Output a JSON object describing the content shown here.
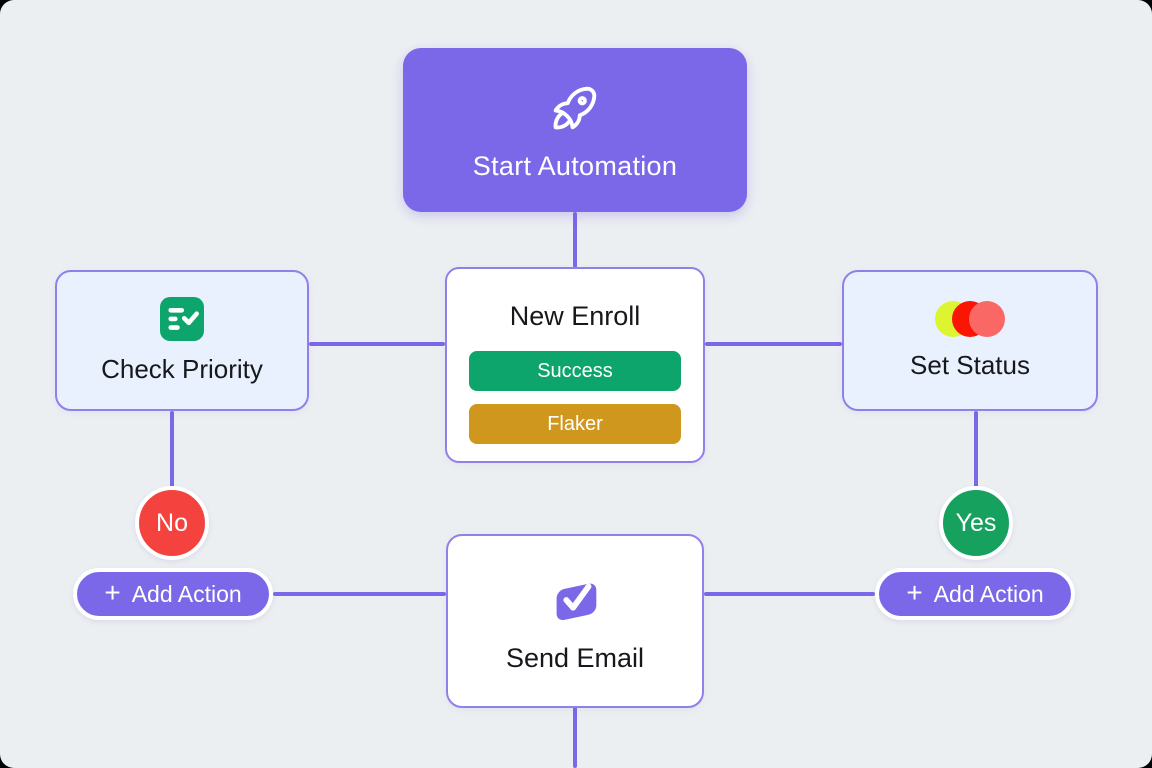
{
  "page": {
    "background": "#ECEFF2",
    "connector_color": "#7B68E8",
    "accent_purple": "#7B68E8"
  },
  "start_node": {
    "label": "Start Automation",
    "icon": "rocket-icon",
    "bg": "#7B68E8",
    "text_color": "#FFFFFF"
  },
  "new_enroll_node": {
    "title": "New Enroll",
    "success_label": "Success",
    "success_bg": "#0DA56C",
    "flaker_label": "Flaker",
    "flaker_bg": "#D0971F"
  },
  "check_priority_node": {
    "label": "Check Priority",
    "icon": "checklist-icon",
    "icon_bg": "#0DA56C",
    "card_bg": "#E9F1FE"
  },
  "set_status_node": {
    "label": "Set Status",
    "icon": "status-circles-icon",
    "status_colors": [
      "#DDF431",
      "#FA1505",
      "#F96865"
    ],
    "card_bg": "#E9F1FE"
  },
  "send_email_node": {
    "label": "Send Email",
    "icon": "email-check-icon"
  },
  "no_badge": {
    "label": "No",
    "bg": "#F4433E"
  },
  "yes_badge": {
    "label": "Yes",
    "bg": "#17A15F"
  },
  "add_action_left": {
    "label": "Add Action",
    "icon": "plus-icon",
    "bg": "#7B68E8"
  },
  "add_action_right": {
    "label": "Add Action",
    "icon": "plus-icon",
    "bg": "#7B68E8"
  }
}
